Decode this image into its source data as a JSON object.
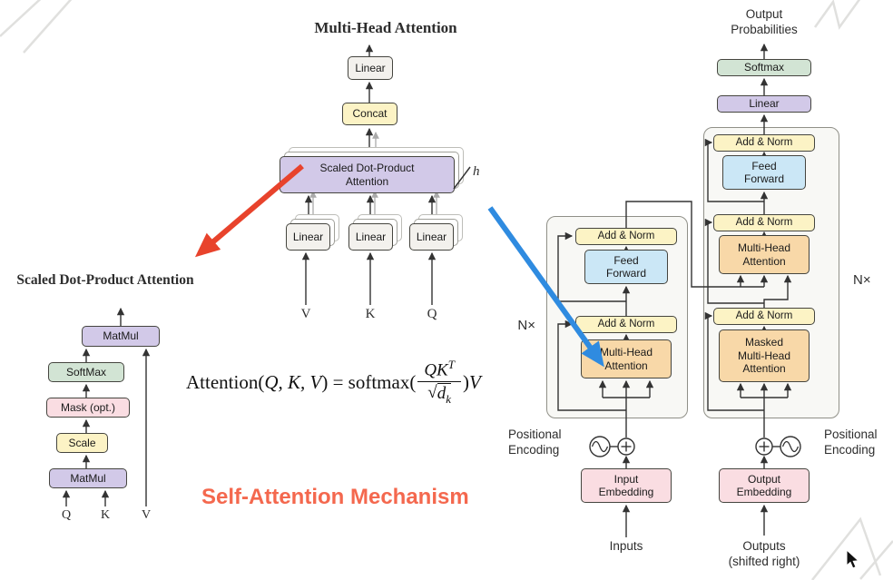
{
  "colors": {
    "yellow": "#fcf3c5",
    "orange": "#f8d8a8",
    "blue": "#cbe7f6",
    "pink": "#fadde2",
    "purple": "#d2c9e8",
    "green": "#d2e4d4",
    "graybox": "#f3f1ed",
    "frame_bg": "#f8f8f5",
    "accent": "#f4684e",
    "arrow_red": "#e8432c",
    "arrow_blue": "#2f8be0"
  },
  "mha": {
    "title": "Multi-Head Attention",
    "linear_top": "Linear",
    "concat": "Concat",
    "sdpa_label": "Scaled Dot-Product\nAttention",
    "h": "h",
    "linears": [
      "Linear",
      "Linear",
      "Linear"
    ],
    "inputs": [
      "V",
      "K",
      "Q"
    ]
  },
  "sdpa": {
    "title": "Scaled Dot-Product Attention",
    "matmul_top": "MatMul",
    "softmax": "SoftMax",
    "mask": "Mask (opt.)",
    "scale": "Scale",
    "matmul_bottom": "MatMul",
    "inputs": [
      "Q",
      "K",
      "V"
    ]
  },
  "formula": {
    "fn": "Attention(",
    "args": "Q, K, V",
    "eq": ") = softmax(",
    "num": "QK",
    "num_sup": "T",
    "rad": "√",
    "den": "d",
    "den_sub": "k",
    "close": ")",
    "v": "V"
  },
  "caption": "Self-Attention Mechanism",
  "encoder": {
    "n_label": "N×",
    "add_norm_top": "Add & Norm",
    "feed_forward": "Feed\nForward",
    "add_norm_bottom": "Add & Norm",
    "mha": "Multi-Head\nAttention",
    "pos_label": "Positional\nEncoding",
    "embedding": "Input\nEmbedding",
    "input_label": "Inputs"
  },
  "decoder": {
    "n_label": "N×",
    "output_prob": "Output\nProbabilities",
    "softmax": "Softmax",
    "linear": "Linear",
    "add_norm_top": "Add & Norm",
    "feed_forward": "Feed\nForward",
    "add_norm_mid": "Add & Norm",
    "mha": "Multi-Head\nAttention",
    "add_norm_bottom": "Add & Norm",
    "masked_mha": "Masked\nMulti-Head\nAttention",
    "pos_label": "Positional\nEncoding",
    "embedding": "Output\nEmbedding",
    "output_label": "Outputs\n(shifted right)"
  }
}
